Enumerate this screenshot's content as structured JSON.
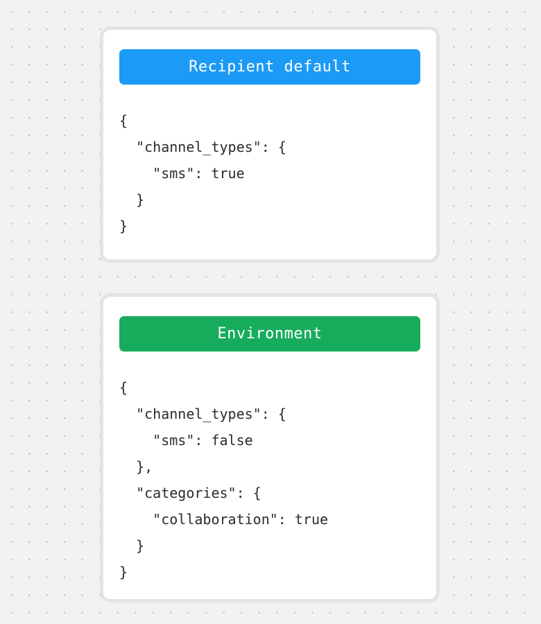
{
  "canvas": {
    "background_color": "#F2F2F2",
    "dot_color": "#C5C5C5",
    "card_border_color": "#E3E3E3"
  },
  "code_text_color": "#2B2B2B",
  "cards": [
    {
      "title": "Recipient default",
      "header_color": "#1B9AF6",
      "header_text_color": "#FFFFFF",
      "code_lines": [
        "{",
        "  \"channel_types\": {",
        "    \"sms\": true",
        "  }",
        "}"
      ]
    },
    {
      "title": "Environment",
      "header_color": "#17AC5B",
      "header_text_color": "#FFFFFF",
      "code_lines": [
        "{",
        "  \"channel_types\": {",
        "    \"sms\": false",
        "  },",
        "  \"categories\": {",
        "    \"collaboration\": true",
        "  }",
        "}"
      ]
    }
  ]
}
